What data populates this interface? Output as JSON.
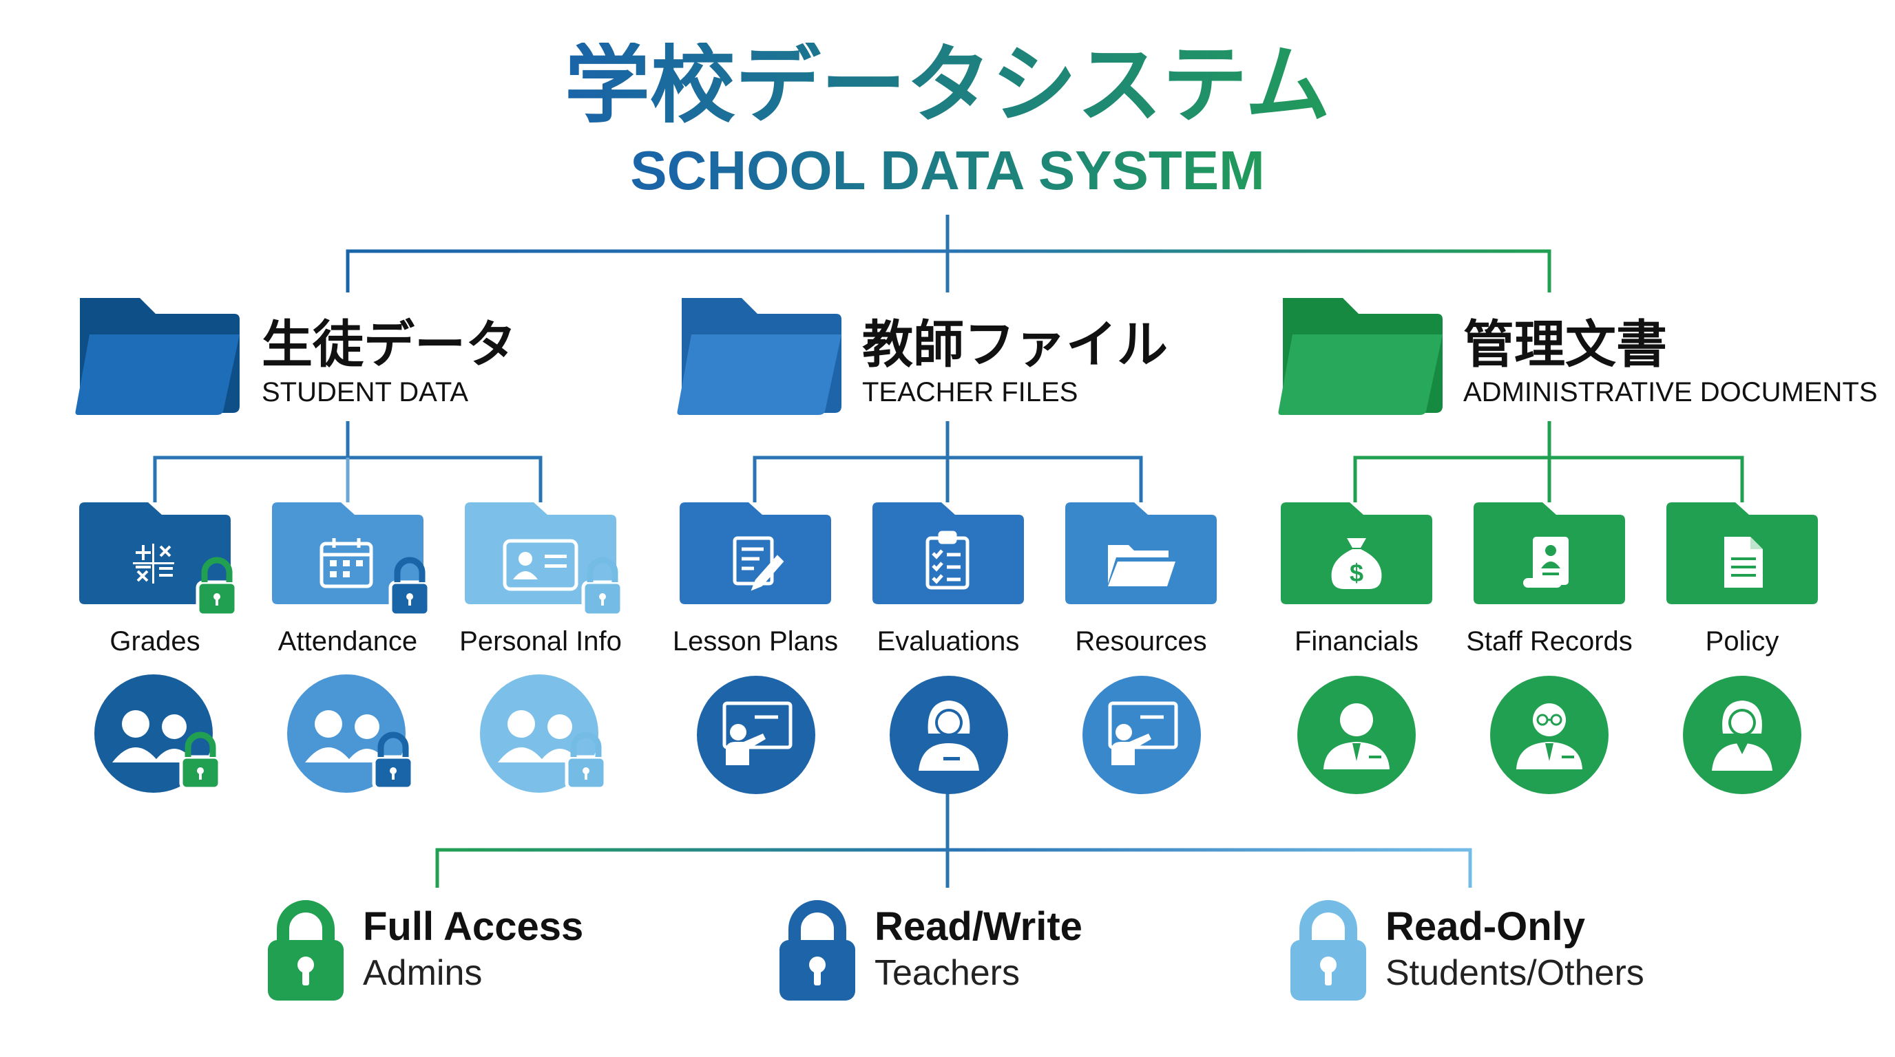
{
  "title": {
    "jp": "学校データシステム",
    "en": "SCHOOL DATA SYSTEM"
  },
  "colors": {
    "dark_blue": "#175e9c",
    "blue": "#2f7bc4",
    "light_blue": "#74bce6",
    "green": "#22a052",
    "line_blue": "#2a74b4"
  },
  "categories": [
    {
      "jp": "生徒データ",
      "en": "STUDENT DATA",
      "color": "dark_blue"
    },
    {
      "jp": "教師ファイル",
      "en": "TEACHER FILES",
      "color": "blue"
    },
    {
      "jp": "管理文書",
      "en": "ADMINISTRATIVE DOCUMENTS",
      "color": "green"
    }
  ],
  "subfolders": [
    {
      "label": "Grades",
      "icon": "calculator-icon",
      "lock": "green",
      "user": "student-pair-icon"
    },
    {
      "label": "Attendance",
      "icon": "calendar-icon",
      "lock": "blue",
      "user": "student-pair-icon"
    },
    {
      "label": "Personal Info",
      "icon": "id-card-icon",
      "lock": "light_blue",
      "user": "student-pair-icon"
    },
    {
      "label": "Lesson Plans",
      "icon": "document-pencil-icon",
      "lock": null,
      "user": "teacher-board-icon"
    },
    {
      "label": "Evaluations",
      "icon": "checklist-icon",
      "lock": null,
      "user": "female-teacher-icon"
    },
    {
      "label": "Resources",
      "icon": "open-folder-icon",
      "lock": null,
      "user": "teacher-board-icon"
    },
    {
      "label": "Financials",
      "icon": "money-bag-icon",
      "lock": null,
      "user": "male-admin-icon"
    },
    {
      "label": "Staff Records",
      "icon": "scroll-record-icon",
      "lock": null,
      "user": "male-admin-glasses-icon"
    },
    {
      "label": "Policy",
      "icon": "policy-document-icon",
      "lock": null,
      "user": "female-admin-icon"
    }
  ],
  "permissions": [
    {
      "title": "Full Access",
      "subtitle": "Admins",
      "color": "green"
    },
    {
      "title": "Read/Write",
      "subtitle": "Teachers",
      "color": "blue"
    },
    {
      "title": "Read-Only",
      "subtitle": "Students/Others",
      "color": "light_blue"
    }
  ]
}
